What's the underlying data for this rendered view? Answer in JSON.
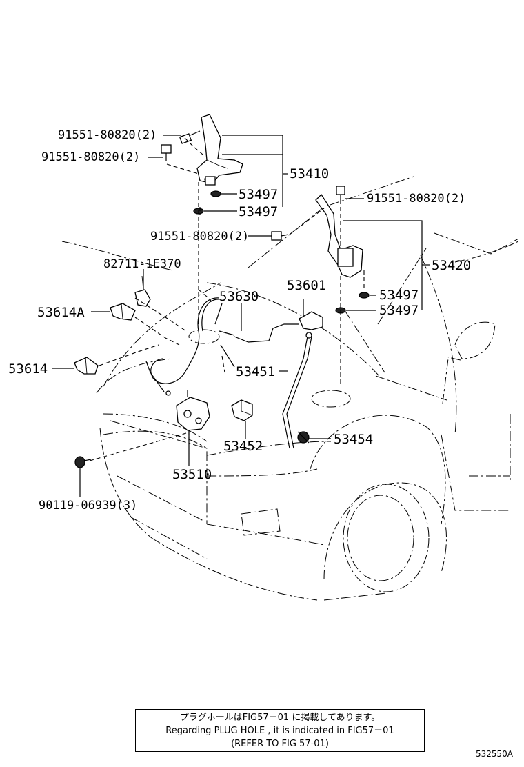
{
  "labels": {
    "bolt_top_1": "91551-80820(2)",
    "bolt_top_2": "91551-80820(2)",
    "hinge_lh": "53410",
    "washer_1": "53497",
    "washer_2": "53497",
    "bolt_mid": "91551-80820(2)",
    "bolt_right": "91551-80820(2)",
    "clip_cable": "82711-1E370",
    "cable_lock": "53630",
    "support_rod": "53601",
    "hinge_rh": "53420",
    "washer_3": "53497",
    "washer_4": "53497",
    "clip_a": "53614A",
    "clip_b": "53614",
    "hood_rod": "53451",
    "striker": "53452",
    "rod_holder": "53454",
    "lock_assy": "53510",
    "screw": "90119-06939(3)"
  },
  "note": {
    "line1": "プラグホールはFIG57－01 に掲載してあります。",
    "line2": "Regarding PLUG HOLE , it is indicated in FIG57－01",
    "line3": "(REFER TO FIG  57-01)"
  },
  "figure_code": "532550A"
}
